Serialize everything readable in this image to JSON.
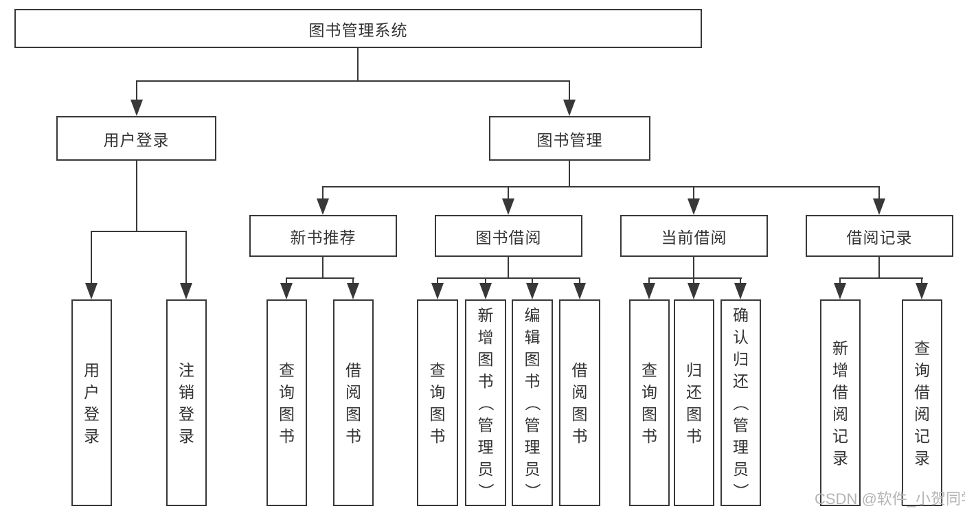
{
  "diagram": {
    "type": "functional-structure-tree",
    "background_color": "#ffffff",
    "line_color": "#383838",
    "text_color": "#333333",
    "watermark": {
      "text": "CSDN @软件_小贺同学",
      "color": "#b5b5b5"
    },
    "tree": {
      "label": "图书管理系统",
      "children": [
        {
          "label": "用户登录",
          "children": [
            {
              "label": "用户登录"
            },
            {
              "label": "注销登录"
            }
          ]
        },
        {
          "label": "图书管理",
          "children": [
            {
              "label": "新书推荐",
              "children": [
                {
                  "label": "查询图书"
                },
                {
                  "label": "借阅图书"
                }
              ]
            },
            {
              "label": "图书借阅",
              "children": [
                {
                  "label": "查询图书"
                },
                {
                  "label": "新增图书（管理员）"
                },
                {
                  "label": "编辑图书（管理员）"
                },
                {
                  "label": "借阅图书"
                }
              ]
            },
            {
              "label": "当前借阅",
              "children": [
                {
                  "label": "查询图书"
                },
                {
                  "label": "归还图书"
                },
                {
                  "label": "确认归还（管理员）"
                }
              ]
            },
            {
              "label": "借阅记录",
              "children": [
                {
                  "label": "新增借阅记录"
                },
                {
                  "label": "查询借阅记录"
                }
              ]
            }
          ]
        }
      ]
    }
  }
}
